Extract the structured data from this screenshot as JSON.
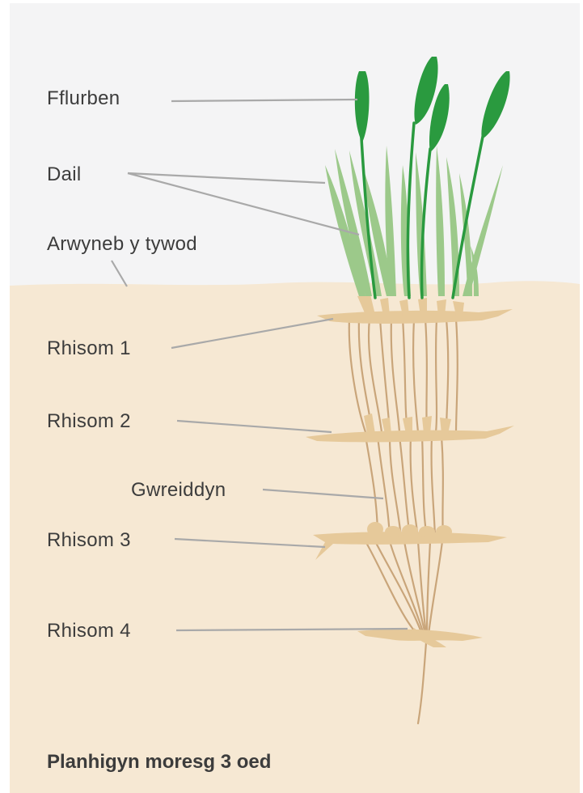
{
  "labels": {
    "flower_spike": "Fflurben",
    "leaves": "Dail",
    "sand_surface": "Arwyneb y tywod",
    "rhizome_1": "Rhisom 1",
    "rhizome_2": "Rhisom 2",
    "root": "Gwreiddyn",
    "rhizome_3": "Rhisom 3",
    "rhizome_4": "Rhisom 4"
  },
  "caption": "Planhigyn moresg 3 oed",
  "colors": {
    "sky": "#f4f4f5",
    "sand": "#f6e8d3",
    "leaf_light": "#9cc98a",
    "stem_green": "#2a9a3f",
    "rhizome": "#e6c99a",
    "root_line": "#c9a57a",
    "leader_line": "#a9a9a9",
    "text": "#3c3c3c"
  }
}
